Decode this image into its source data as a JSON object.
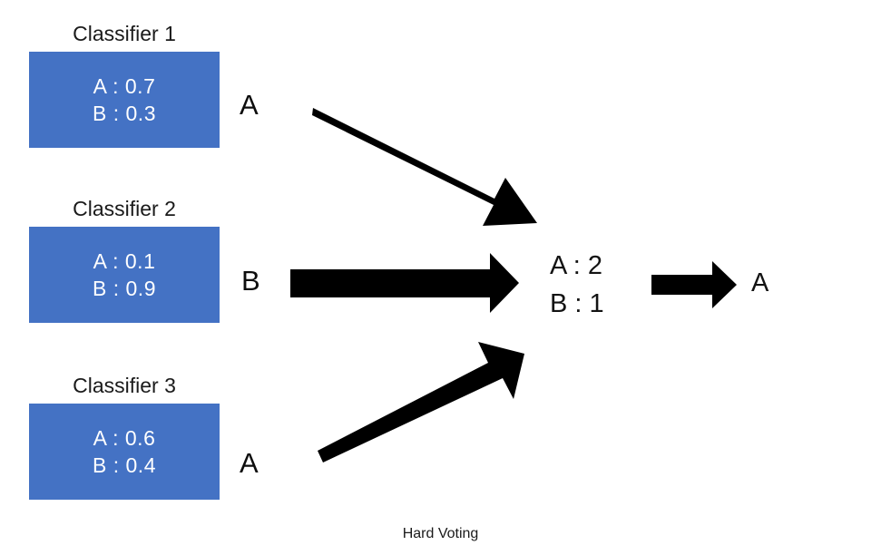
{
  "diagram": {
    "caption": "Hard Voting",
    "accent_color": "#4472C4",
    "arrow_color": "#000000",
    "classifiers": [
      {
        "title": "Classifier 1",
        "prob_a": "A : 0.7",
        "prob_b": "B : 0.3",
        "vote": "A"
      },
      {
        "title": "Classifier 2",
        "prob_a": "A : 0.1",
        "prob_b": "B : 0.9",
        "vote": "B"
      },
      {
        "title": "Classifier 3",
        "prob_a": "A : 0.6",
        "prob_b": "B : 0.4",
        "vote": "A"
      }
    ],
    "tally": {
      "line_a": "A : 2",
      "line_b": "B : 1"
    },
    "final_prediction": "A"
  }
}
